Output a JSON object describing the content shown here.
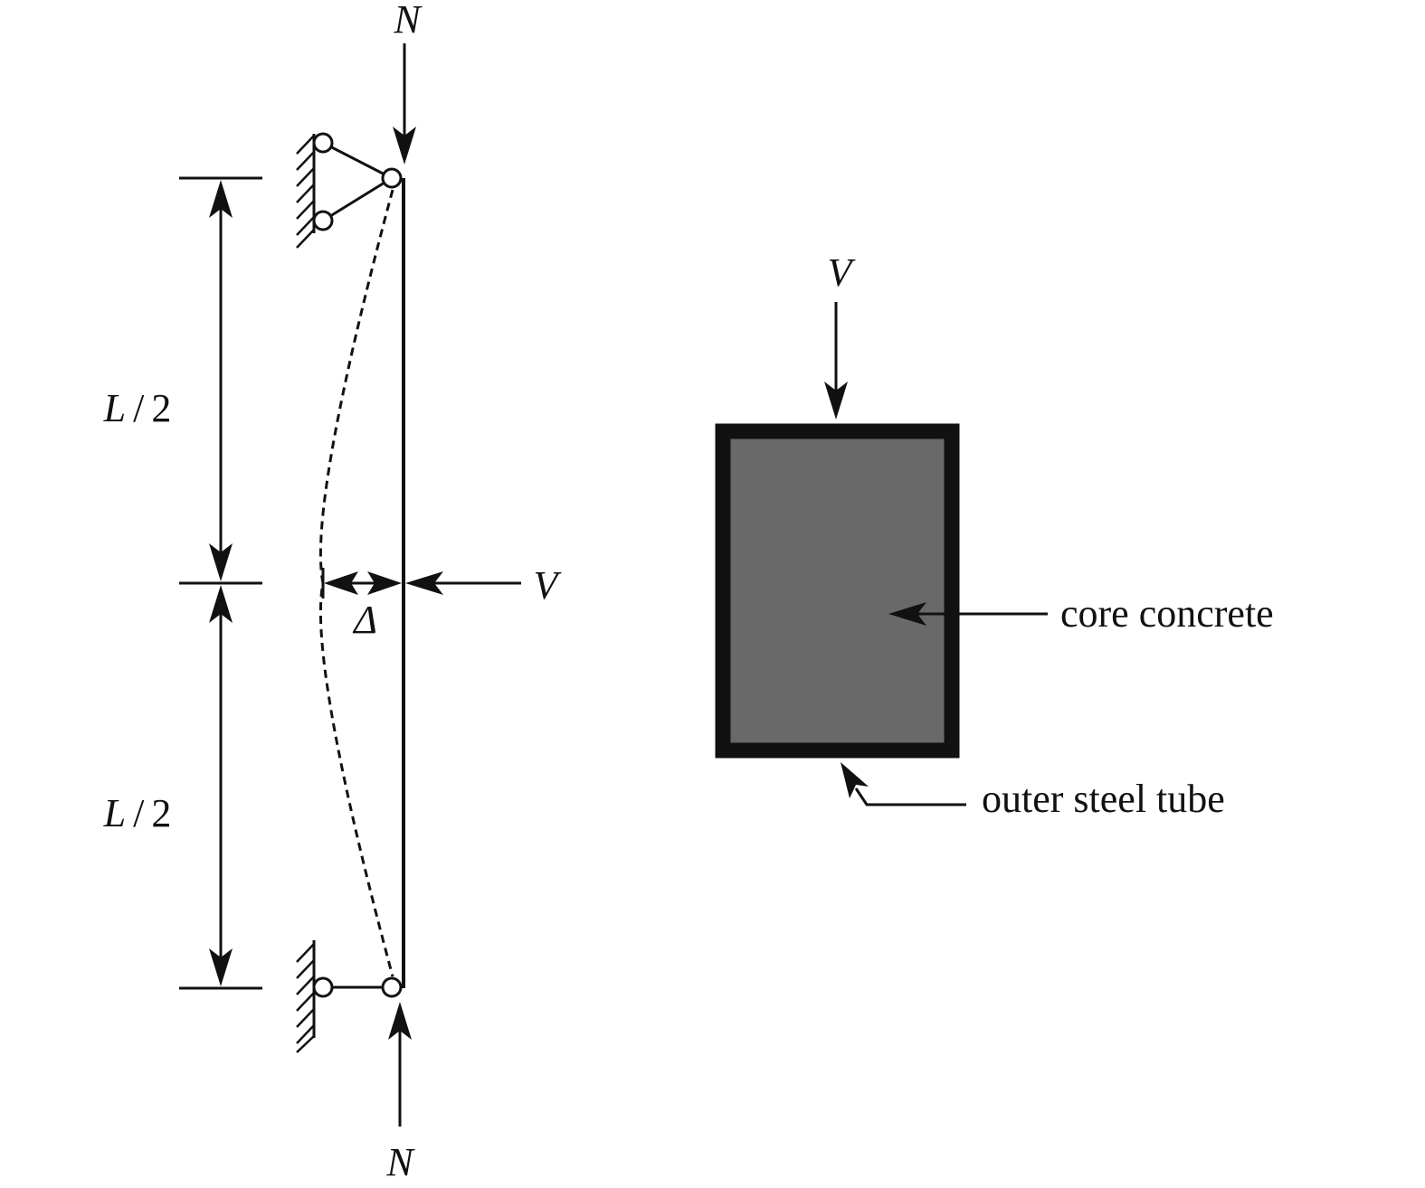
{
  "column": {
    "axial_load_top": "N",
    "axial_load_bottom": "N",
    "lateral_load": "V",
    "deflection": "Δ",
    "upper_half_length": {
      "symbol": "L",
      "separator": "/",
      "value": "2"
    },
    "lower_half_length": {
      "symbol": "L",
      "separator": "/",
      "value": "2"
    }
  },
  "section": {
    "lateral_load": "V",
    "core_label": "core concrete",
    "tube_label": "outer steel tube",
    "colors": {
      "core_fill": "#696969",
      "tube_stroke": "#111111"
    }
  }
}
